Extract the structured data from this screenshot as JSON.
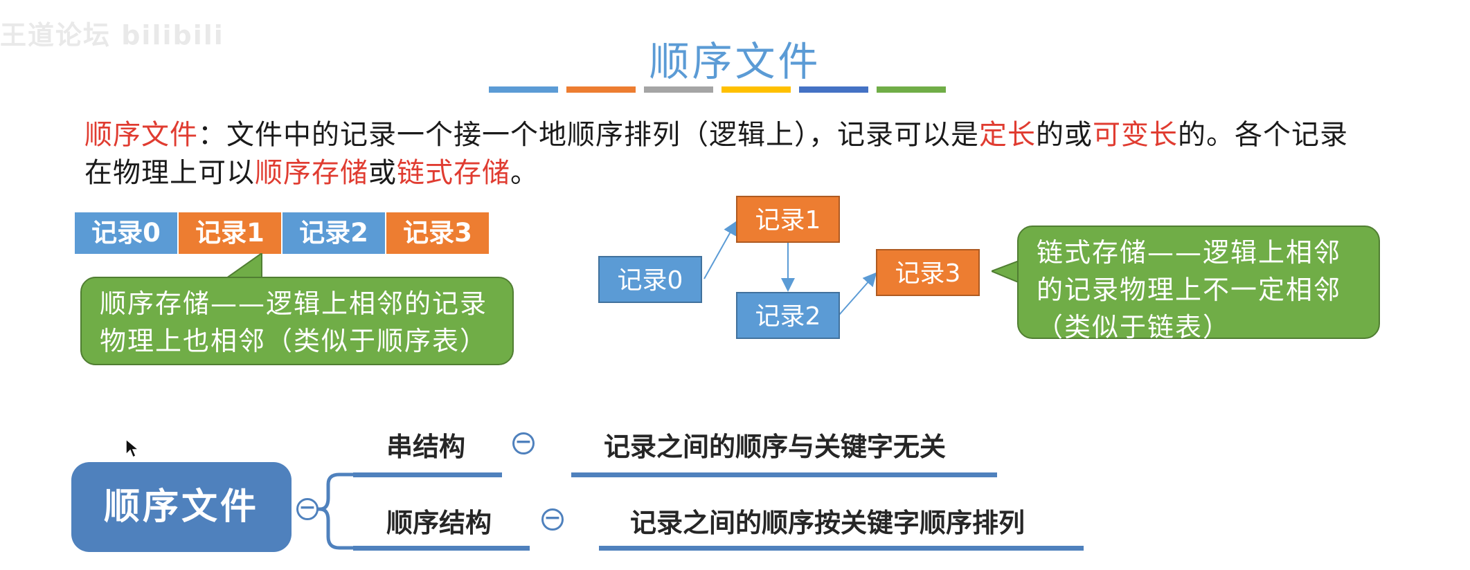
{
  "watermark": "王道论坛 bilibili",
  "title": "顺序文件",
  "accent_bar_colors": [
    "#5b9bd5",
    "#ed7d31",
    "#a5a5a5",
    "#ffc000",
    "#4472c4",
    "#70ad47"
  ],
  "definition": {
    "p1": "顺序文件",
    "p2": "：文件中的记录一个接一个地顺序排列（逻辑上），记录可以是",
    "p3": "定长",
    "p4": "的或",
    "p5": "可变长",
    "p6": "的。各个记录在物理上可以",
    "p7": "顺序存储",
    "p8": "或",
    "p9": "链式存储",
    "p10": "。"
  },
  "sequential": {
    "records": [
      "记录0",
      "记录1",
      "记录2",
      "记录3"
    ],
    "callout": "顺序存储——逻辑上相邻的记录物理上也相邻（类似于顺序表）"
  },
  "linked": {
    "nodes": [
      "记录0",
      "记录1",
      "记录2",
      "记录3"
    ],
    "callout": "链式存储——逻辑上相邻的记录物理上不一定相邻（类似于链表）"
  },
  "mindmap": {
    "root": "顺序文件",
    "collapse_symbol": "−",
    "branches": [
      {
        "label": "串结构",
        "desc": "记录之间的顺序与关键字无关"
      },
      {
        "label": "顺序结构",
        "desc": "记录之间的顺序按关键字顺序排列"
      }
    ]
  },
  "colors": {
    "blue": "#5b9bd5",
    "orange": "#ed7d31",
    "green": "#70ad47",
    "title": "#5b9bd5",
    "red": "#e03c31",
    "mind_blue": "#4f81bd"
  }
}
